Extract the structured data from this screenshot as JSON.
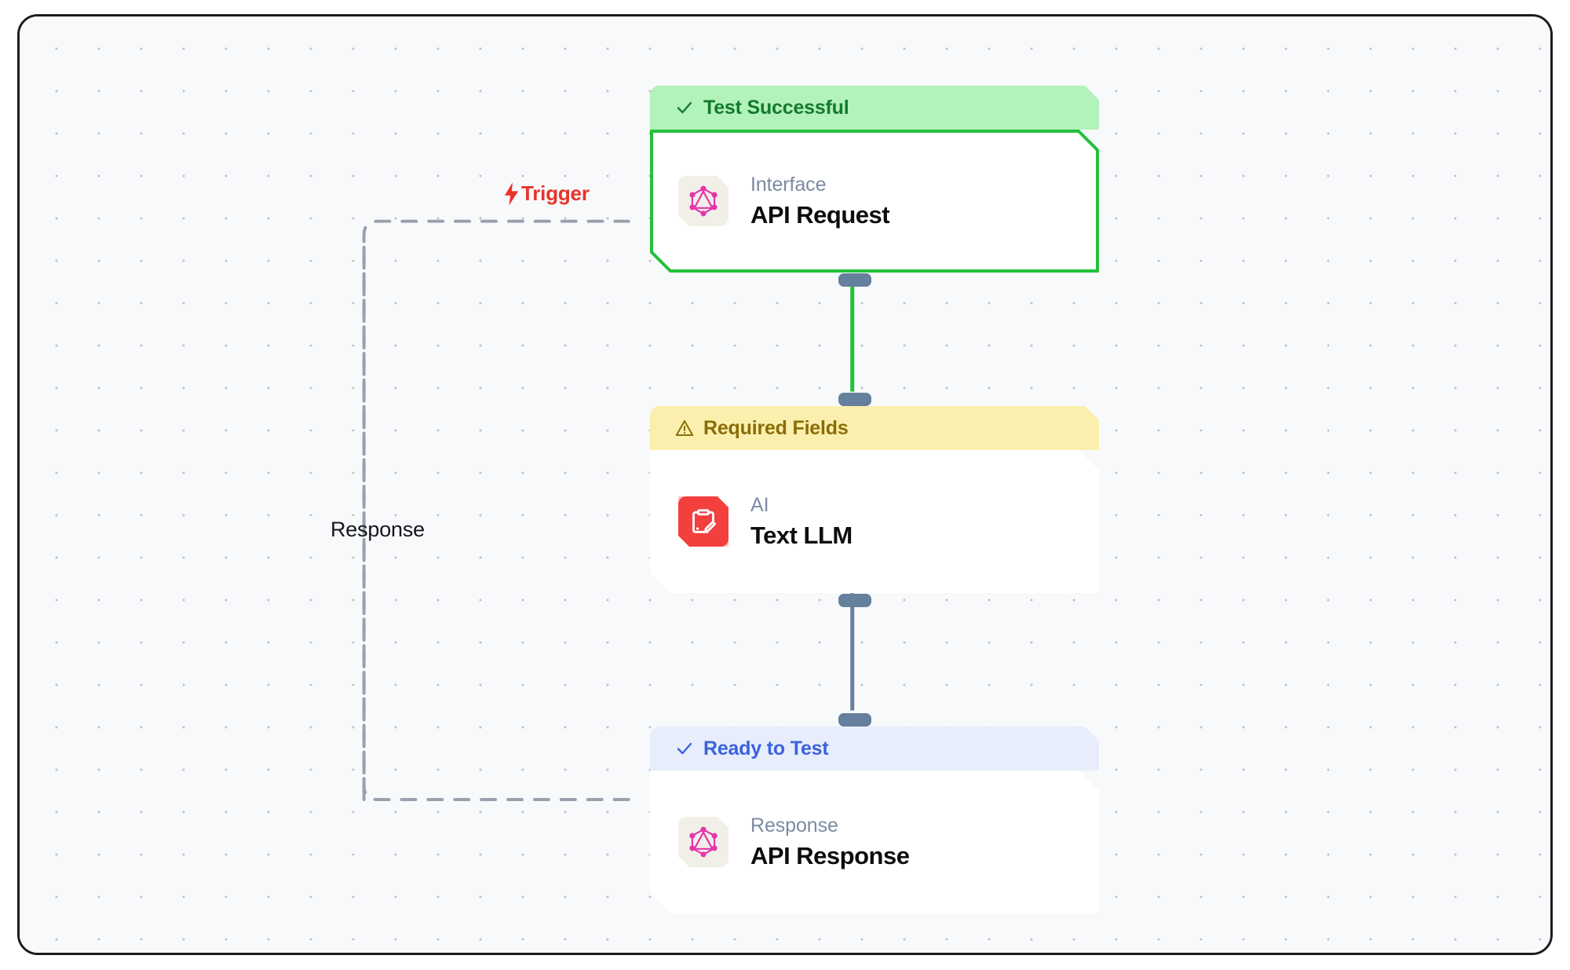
{
  "canvas": {
    "background_color": "#f8f9fb",
    "grid": "dot-grid",
    "frame_border_color": "#1c1c1e"
  },
  "edges": [
    {
      "id": "trigger-edge",
      "label": "Trigger",
      "label_color": "#e8342a",
      "icon": "lightning-bolt-icon",
      "style": "dashed",
      "color": "#9aa0ad",
      "from": "api-response",
      "to": "api-request"
    },
    {
      "id": "response-edge",
      "label": "Response",
      "label_color": "#15171c",
      "style": "dashed",
      "color": "#9aa0ad",
      "from": "api-request",
      "to": "api-response"
    },
    {
      "id": "request-to-llm",
      "label": "",
      "style": "solid",
      "color": "#22c13a",
      "from": "api-request",
      "to": "text-llm"
    },
    {
      "id": "llm-to-response",
      "label": "",
      "style": "solid",
      "color": "#64809c",
      "from": "text-llm",
      "to": "api-response"
    }
  ],
  "nodes": [
    {
      "id": "api-request",
      "status": {
        "label": "Test Successful",
        "icon": "check-icon",
        "variant": "success",
        "bg_color": "#b2f2bb",
        "text_color": "#147a2c"
      },
      "kind": "Interface",
      "title": "API Request",
      "icon": "graphql-icon",
      "icon_color": "#e535ab",
      "selected": true,
      "outline_color": "#22c13a"
    },
    {
      "id": "text-llm",
      "status": {
        "label": "Required Fields",
        "icon": "warning-triangle-icon",
        "variant": "warning",
        "bg_color": "#faefac",
        "text_color": "#8a6d07"
      },
      "kind": "AI",
      "title": "Text LLM",
      "icon": "clipboard-edit-icon",
      "icon_color": "#ffffff",
      "selected": false,
      "outline_color": ""
    },
    {
      "id": "api-response",
      "status": {
        "label": "Ready to Test",
        "icon": "check-icon",
        "variant": "info",
        "bg_color": "#e8edfb",
        "text_color": "#3b62dd"
      },
      "kind": "Response",
      "title": "API Response",
      "icon": "graphql-icon",
      "icon_color": "#e535ab",
      "selected": false,
      "outline_color": ""
    }
  ]
}
